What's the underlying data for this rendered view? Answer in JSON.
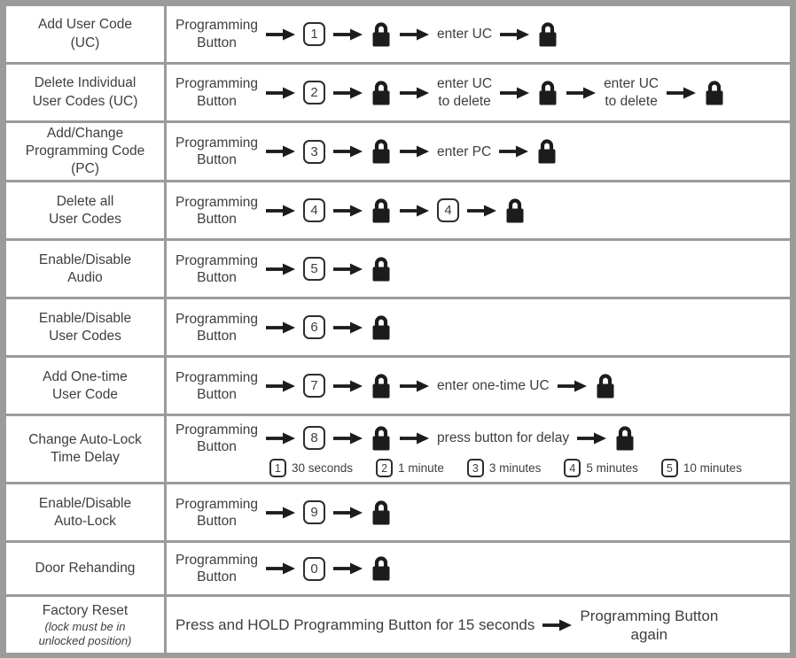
{
  "colors": {
    "border_gray": "#9b9b9b",
    "text": "#3e3e3e",
    "icon_black": "#1c1c1c",
    "background": "#ffffff"
  },
  "icons": {
    "lock": "closed-padlock-icon",
    "arrow": "right-arrow-icon",
    "key": "keypad-button-outline"
  },
  "table": {
    "rows": [
      {
        "label": [
          "Add User Code",
          "(UC)"
        ],
        "sequence": [
          {
            "type": "text",
            "lines": [
              "Programming",
              "Button"
            ]
          },
          {
            "type": "arrow"
          },
          {
            "type": "key",
            "value": "1"
          },
          {
            "type": "arrow"
          },
          {
            "type": "lock"
          },
          {
            "type": "arrow"
          },
          {
            "type": "text",
            "lines": [
              "enter UC"
            ]
          },
          {
            "type": "arrow"
          },
          {
            "type": "lock"
          }
        ]
      },
      {
        "label": [
          "Delete Individual",
          "User Codes (UC)"
        ],
        "sequence": [
          {
            "type": "text",
            "lines": [
              "Programming",
              "Button"
            ]
          },
          {
            "type": "arrow"
          },
          {
            "type": "key",
            "value": "2"
          },
          {
            "type": "arrow"
          },
          {
            "type": "lock"
          },
          {
            "type": "arrow"
          },
          {
            "type": "text",
            "lines": [
              "enter UC",
              "to delete"
            ]
          },
          {
            "type": "arrow"
          },
          {
            "type": "lock"
          },
          {
            "type": "arrow"
          },
          {
            "type": "text",
            "lines": [
              "enter UC",
              "to delete"
            ]
          },
          {
            "type": "arrow"
          },
          {
            "type": "lock"
          }
        ]
      },
      {
        "label": [
          "Add/Change",
          "Programming Code",
          "(PC)"
        ],
        "sequence": [
          {
            "type": "text",
            "lines": [
              "Programming",
              "Button"
            ]
          },
          {
            "type": "arrow"
          },
          {
            "type": "key",
            "value": "3"
          },
          {
            "type": "arrow"
          },
          {
            "type": "lock"
          },
          {
            "type": "arrow"
          },
          {
            "type": "text",
            "lines": [
              "enter PC"
            ]
          },
          {
            "type": "arrow"
          },
          {
            "type": "lock"
          }
        ]
      },
      {
        "label": [
          "Delete all",
          "User Codes"
        ],
        "sequence": [
          {
            "type": "text",
            "lines": [
              "Programming",
              "Button"
            ]
          },
          {
            "type": "arrow"
          },
          {
            "type": "key",
            "value": "4"
          },
          {
            "type": "arrow"
          },
          {
            "type": "lock"
          },
          {
            "type": "arrow"
          },
          {
            "type": "key",
            "value": "4"
          },
          {
            "type": "arrow"
          },
          {
            "type": "lock"
          }
        ]
      },
      {
        "label": [
          "Enable/Disable",
          "Audio"
        ],
        "sequence": [
          {
            "type": "text",
            "lines": [
              "Programming",
              "Button"
            ]
          },
          {
            "type": "arrow"
          },
          {
            "type": "key",
            "value": "5"
          },
          {
            "type": "arrow"
          },
          {
            "type": "lock"
          }
        ]
      },
      {
        "label": [
          "Enable/Disable",
          "User Codes"
        ],
        "sequence": [
          {
            "type": "text",
            "lines": [
              "Programming",
              "Button"
            ]
          },
          {
            "type": "arrow"
          },
          {
            "type": "key",
            "value": "6"
          },
          {
            "type": "arrow"
          },
          {
            "type": "lock"
          }
        ]
      },
      {
        "label": [
          "Add One-time",
          "User Code"
        ],
        "sequence": [
          {
            "type": "text",
            "lines": [
              "Programming",
              "Button"
            ]
          },
          {
            "type": "arrow"
          },
          {
            "type": "key",
            "value": "7"
          },
          {
            "type": "arrow"
          },
          {
            "type": "lock"
          },
          {
            "type": "arrow"
          },
          {
            "type": "text",
            "lines": [
              "enter one-time UC"
            ]
          },
          {
            "type": "arrow"
          },
          {
            "type": "lock"
          }
        ]
      },
      {
        "label": [
          "Change Auto-Lock",
          "Time Delay"
        ],
        "sequence": [
          {
            "type": "text",
            "lines": [
              "Programming",
              "Button"
            ]
          },
          {
            "type": "arrow"
          },
          {
            "type": "key",
            "value": "8"
          },
          {
            "type": "arrow"
          },
          {
            "type": "lock"
          },
          {
            "type": "arrow"
          },
          {
            "type": "text",
            "lines": [
              "press button for delay"
            ]
          },
          {
            "type": "arrow"
          },
          {
            "type": "lock"
          }
        ],
        "delays": [
          {
            "key": "1",
            "label": "30 seconds"
          },
          {
            "key": "2",
            "label": "1 minute"
          },
          {
            "key": "3",
            "label": "3 minutes"
          },
          {
            "key": "4",
            "label": "5 minutes"
          },
          {
            "key": "5",
            "label": "10 minutes"
          }
        ]
      },
      {
        "label": [
          "Enable/Disable",
          "Auto-Lock"
        ],
        "sequence": [
          {
            "type": "text",
            "lines": [
              "Programming",
              "Button"
            ]
          },
          {
            "type": "arrow"
          },
          {
            "type": "key",
            "value": "9"
          },
          {
            "type": "arrow"
          },
          {
            "type": "lock"
          }
        ]
      },
      {
        "label": [
          "Door Rehanding"
        ],
        "sequence": [
          {
            "type": "text",
            "lines": [
              "Programming",
              "Button"
            ]
          },
          {
            "type": "arrow"
          },
          {
            "type": "key",
            "value": "0"
          },
          {
            "type": "arrow"
          },
          {
            "type": "lock"
          }
        ]
      },
      {
        "label": [
          "Factory Reset"
        ],
        "note": [
          "(lock must be in",
          "unlocked position)"
        ],
        "sequence": [
          {
            "type": "text",
            "lines": [
              "Press and HOLD Programming Button for 15 seconds"
            ],
            "size": "large"
          },
          {
            "type": "arrow"
          },
          {
            "type": "text",
            "lines": [
              "Programming Button",
              "again"
            ],
            "size": "large"
          }
        ]
      }
    ]
  }
}
